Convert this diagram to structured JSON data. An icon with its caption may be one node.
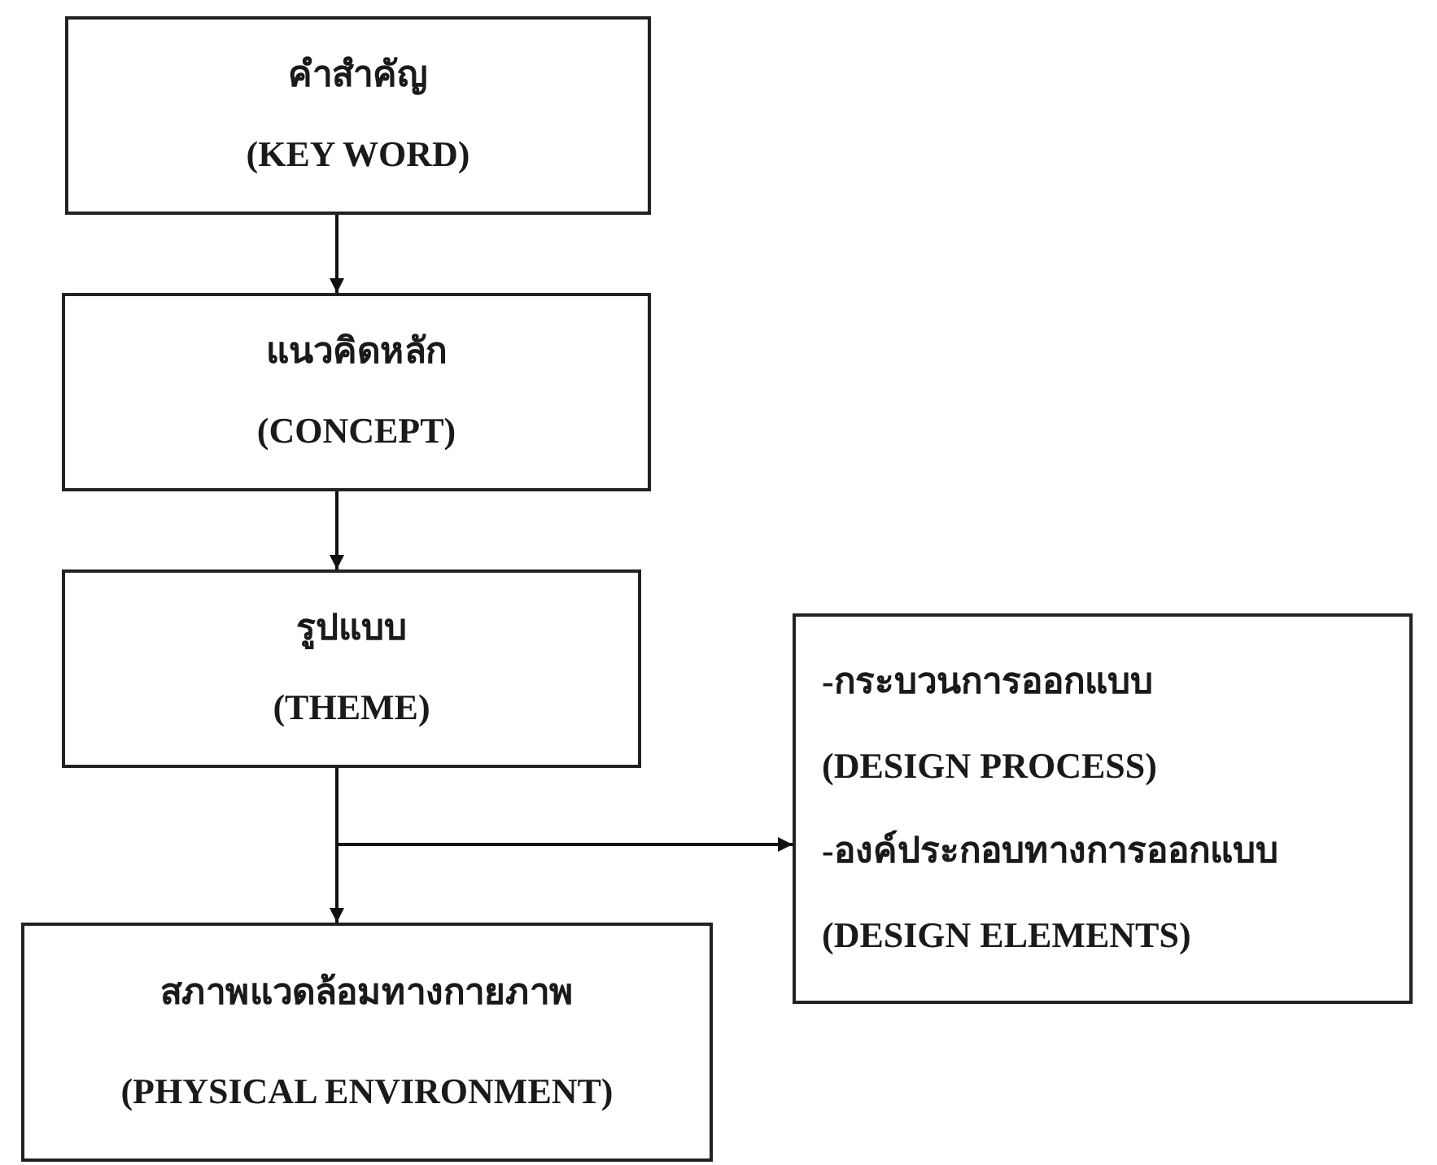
{
  "diagram": {
    "nodes": [
      {
        "text": [
          "คำสำคัญ",
          "(KEY WORD)"
        ]
      },
      {
        "text": [
          "แนวคิดหลัก",
          "(CONCEPT)"
        ]
      },
      {
        "text": [
          "รูปแบบ",
          "(THEME)"
        ]
      },
      {
        "text": [
          "-กระบวนการออกแบบ",
          "(DESIGN PROCESS)",
          "-องค์ประกอบทางการออกแบบ",
          "(DESIGN ELEMENTS)"
        ]
      },
      {
        "text": [
          "สภาพแวดล้อมทางกายภาพ",
          "(PHYSICAL ENVIRONMENT)"
        ]
      }
    ],
    "edges": [
      {
        "from": 0,
        "to": 1,
        "arrow": "to"
      },
      {
        "from": 1,
        "to": 2,
        "arrow": "to"
      },
      {
        "from": 2,
        "to": 4,
        "arrow": "to"
      },
      {
        "from": 2,
        "to": 3,
        "arrow": "to"
      }
    ]
  }
}
